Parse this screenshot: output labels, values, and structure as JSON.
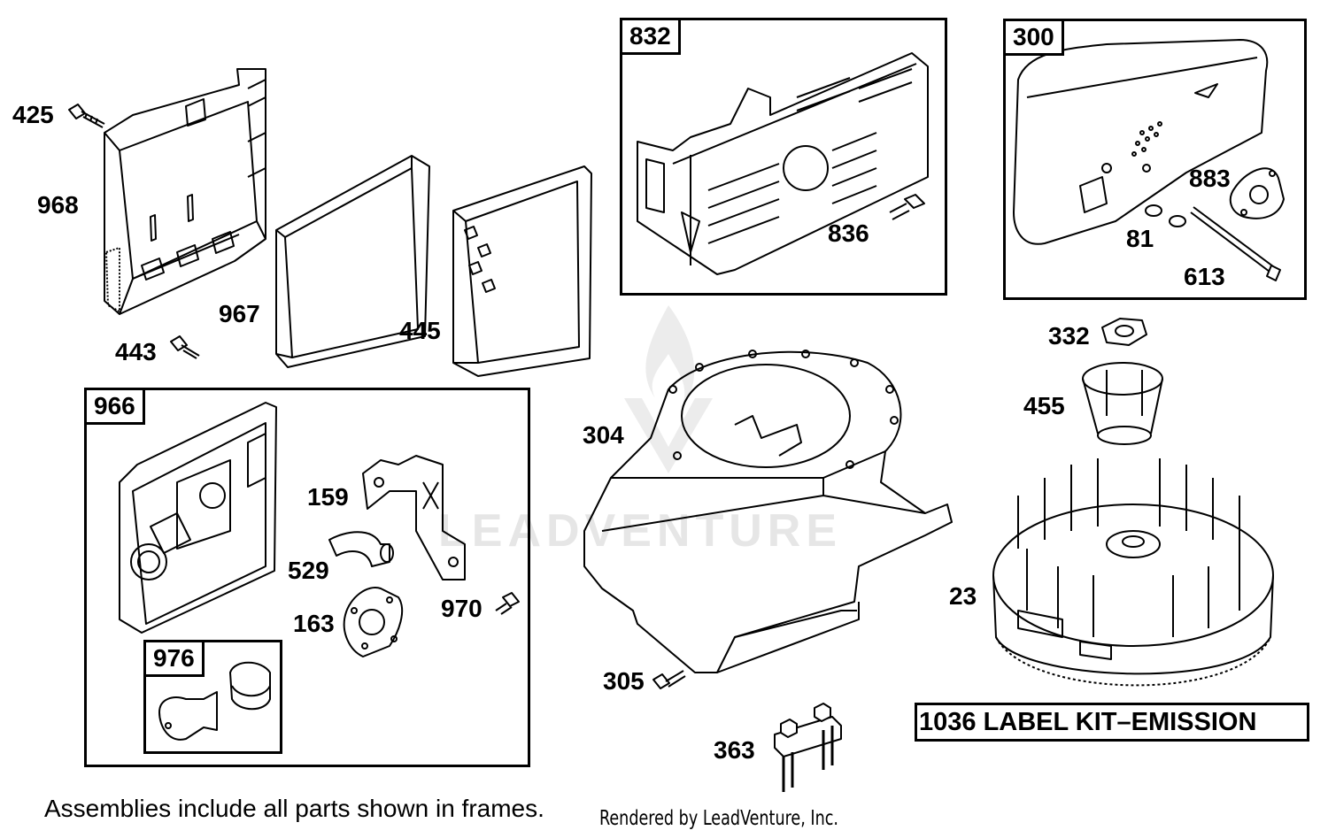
{
  "frames": {
    "f832": "832",
    "f300": "300",
    "f966": "966",
    "f976": "976"
  },
  "parts": {
    "p425": "425",
    "p968": "968",
    "p967": "967",
    "p443": "443",
    "p445": "445",
    "p836": "836",
    "p883": "883",
    "p81": "81",
    "p613": "613",
    "p332": "332",
    "p455": "455",
    "p304": "304",
    "p159": "159",
    "p529": "529",
    "p163": "163",
    "p970": "970",
    "p23": "23",
    "p305": "305",
    "p363": "363"
  },
  "label_kit": "1036 LABEL KIT–EMISSION",
  "footnote": "Assemblies include all parts shown in frames.",
  "rendered_by": "Rendered by LeadVenture, Inc.",
  "watermark": "LEADVENTURE"
}
